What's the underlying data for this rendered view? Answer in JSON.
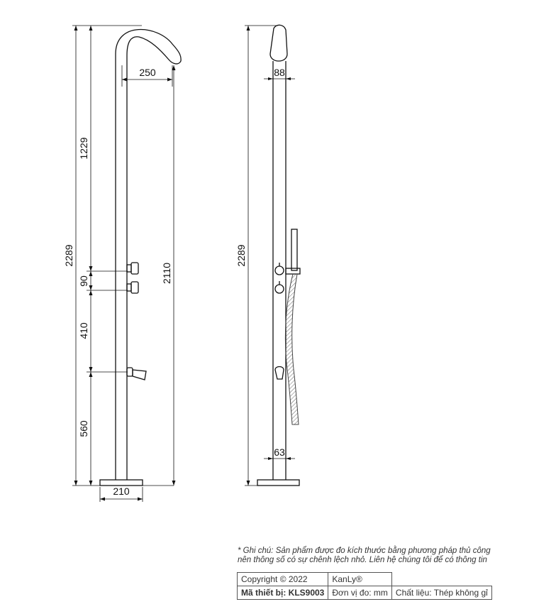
{
  "front_view": {
    "dims": {
      "total_height": "2289",
      "upper_section": "1229",
      "valve_spacing": "90",
      "valve_to_spout": "410",
      "spout_height": "560",
      "spout_reach": "250",
      "outlet_height": "2110",
      "base_width": "210"
    }
  },
  "side_view": {
    "dims": {
      "pipe_width_top": "88",
      "total_height": "2289",
      "pipe_width_bottom": "63"
    }
  },
  "note": {
    "line1": "* Ghi chú: Sản phẩm được đo kích thước bằng phương pháp thủ công",
    "line2": "nên thông số có sự chênh lệch nhỏ. Liên hệ chúng tôi để có thông tin"
  },
  "spec_table": {
    "copyright": "Copyright © 2022",
    "brand": "KanLy®",
    "model": "Mã thiết bị: KLS9003",
    "unit": "Đơn vị đo: mm",
    "material": "Chất liệu: Thép không gỉ"
  }
}
